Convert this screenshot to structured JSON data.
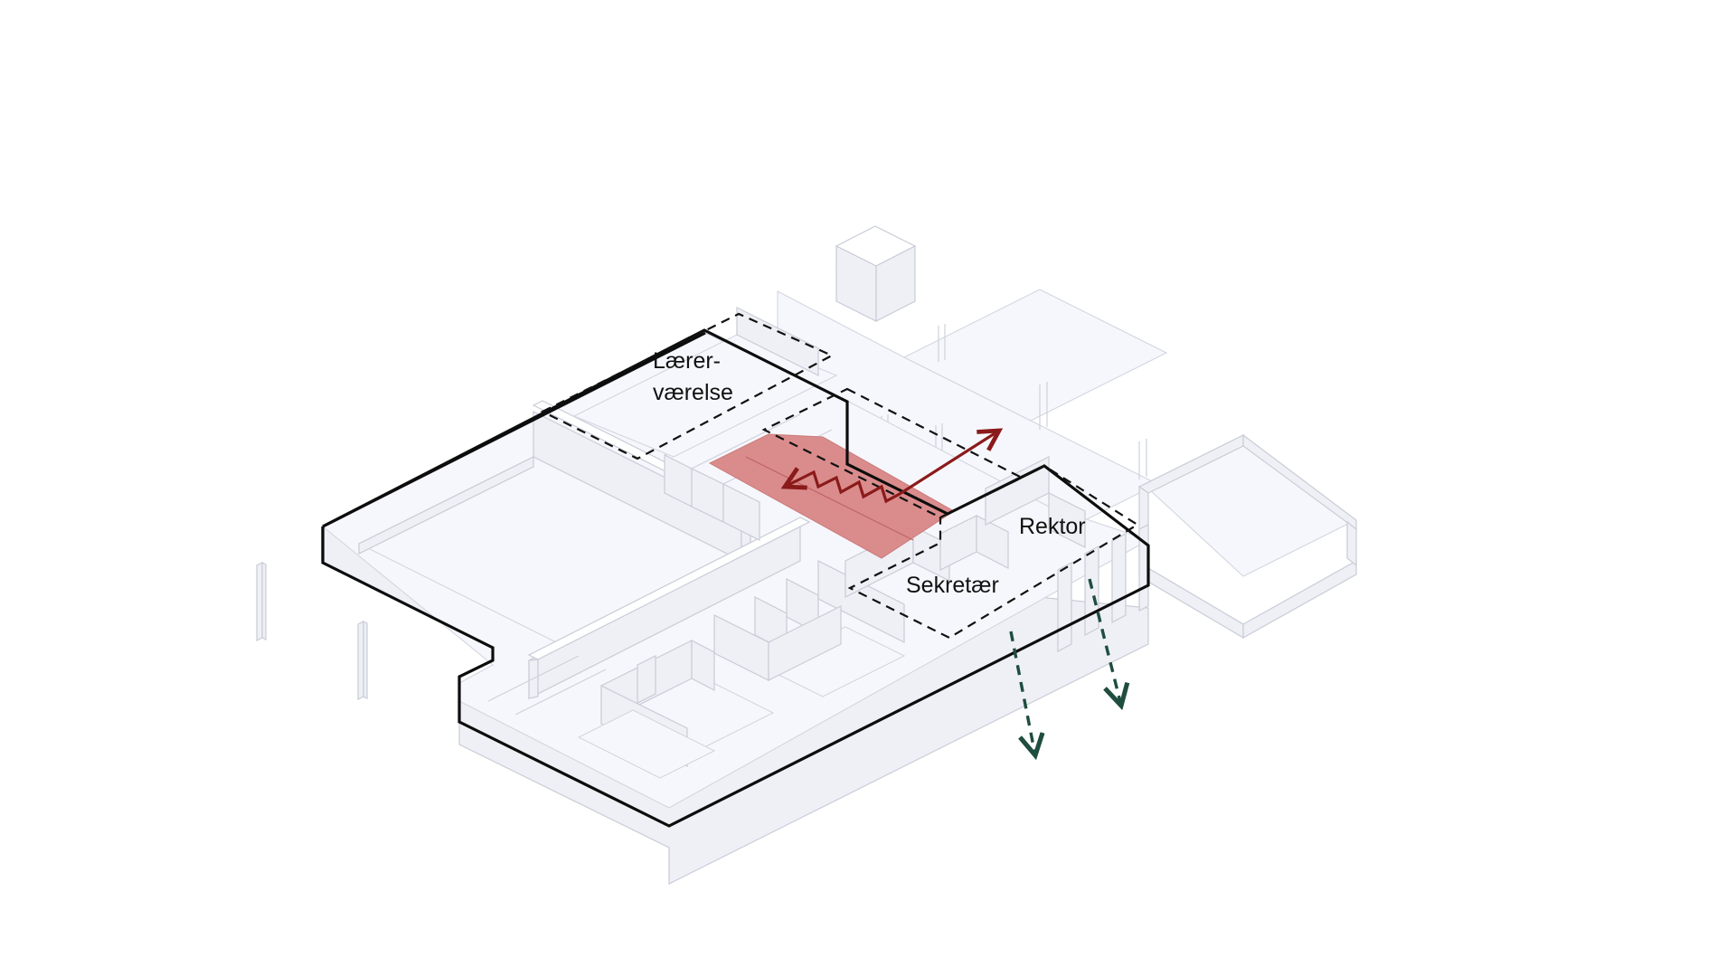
{
  "labels": {
    "teachers_room_line1": "Lærer-",
    "teachers_room_line2": "værelse",
    "principal": "Rektor",
    "secretary": "Sekretær"
  },
  "colors": {
    "highlight_fill": "#d98787",
    "red_arrow": "#8b1a1a",
    "green_arrow": "#1f4d3f",
    "outline": "#0d0d0d",
    "wall_shade": "#dfe6f5"
  }
}
